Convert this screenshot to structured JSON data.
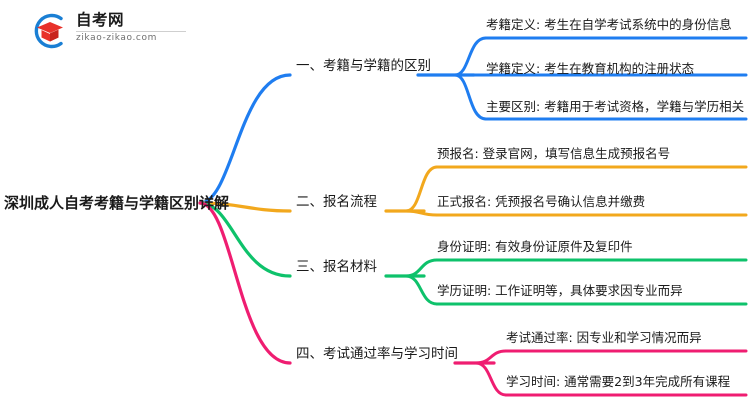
{
  "logo": {
    "title": "自考网",
    "subtitle": "zikao-zikao.com",
    "mark_icon": "graduation-cap-icon",
    "arc_color": "#1a7fd4",
    "cap_color": "#e8312a"
  },
  "mindmap": {
    "root": {
      "label": "深圳成人自考考籍与学籍区别详解"
    },
    "branches": [
      {
        "label": "一、考籍与学籍的区别",
        "color": "#1f7df0",
        "leaves": [
          {
            "label": "考籍定义: 考生在自学考试系统中的身份信息"
          },
          {
            "label": "学籍定义: 考生在教育机构的注册状态"
          },
          {
            "label": "主要区别: 考籍用于考试资格，学籍与学历相关"
          }
        ]
      },
      {
        "label": "二、报名流程",
        "color": "#f2a81d",
        "leaves": [
          {
            "label": "预报名: 登录官网，填写信息生成预报名号"
          },
          {
            "label": "正式报名: 凭预报名号确认信息并缴费"
          }
        ]
      },
      {
        "label": "三、报名材料",
        "color": "#0ec26b",
        "leaves": [
          {
            "label": "身份证明: 有效身份证原件及复印件"
          },
          {
            "label": "学历证明: 工作证明等，具体要求因专业而异"
          }
        ]
      },
      {
        "label": "四、考试通过率与学习时间",
        "color": "#ef1d71",
        "leaves": [
          {
            "label": "考试通过率: 因专业和学习情况而异"
          },
          {
            "label": "学习时间: 通常需要2到3年完成所有课程"
          }
        ]
      }
    ]
  },
  "chart_data": {
    "type": "table",
    "title": "深圳成人自考考籍与学籍区别详解",
    "categories": [
      "一、考籍与学籍的区别",
      "二、报名流程",
      "三、报名材料",
      "四、考试通过率与学习时间"
    ],
    "series": [
      {
        "name": "一、考籍与学籍的区别",
        "values": [
          "考籍定义: 考生在自学考试系统中的身份信息",
          "学籍定义: 考生在教育机构的注册状态",
          "主要区别: 考籍用于考试资格，学籍与学历相关"
        ]
      },
      {
        "name": "二、报名流程",
        "values": [
          "预报名: 登录官网，填写信息生成预报名号",
          "正式报名: 凭预报名号确认信息并缴费"
        ]
      },
      {
        "name": "三、报名材料",
        "values": [
          "身份证明: 有效身份证原件及复印件",
          "学历证明: 工作证明等，具体要求因专业而异"
        ]
      },
      {
        "name": "四、考试通过率与学习时间",
        "values": [
          "考试通过率: 因专业和学习情况而异",
          "学习时间: 通常需要2到3年完成所有课程"
        ]
      }
    ]
  }
}
